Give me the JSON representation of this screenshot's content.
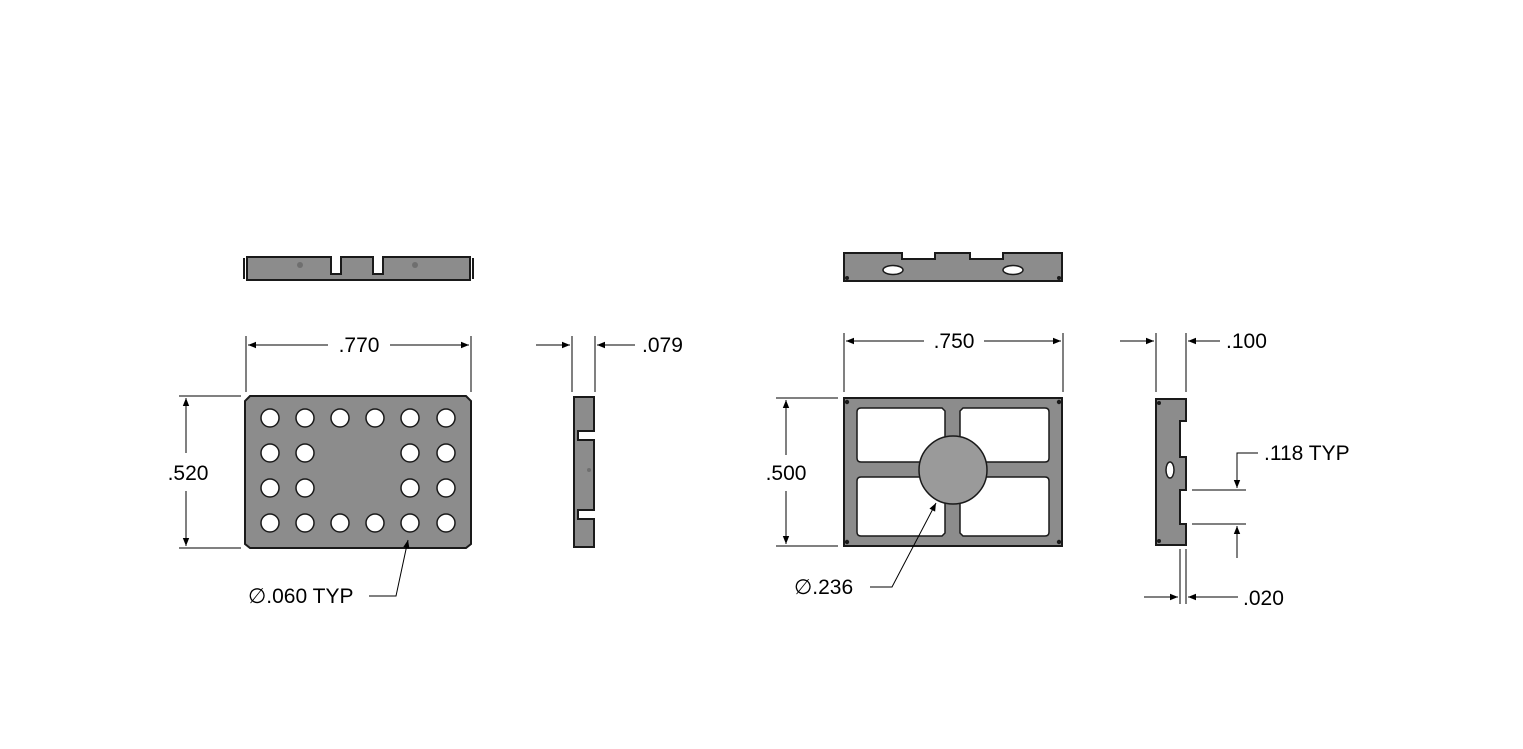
{
  "dimensions": {
    "left_width": ".770",
    "left_thickness": ".079",
    "left_height": ".520",
    "left_hole": "∅.060 TYP",
    "right_width": ".750",
    "right_thickness": ".100",
    "right_height": ".500",
    "right_center_hole": "∅.236",
    "right_slot": ".118 TYP",
    "right_wall": ".020"
  }
}
